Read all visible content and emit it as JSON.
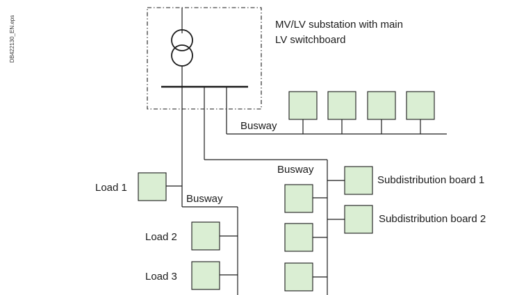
{
  "reference_code": "DB422130_EN.eps",
  "substation_label_line1": "MV/LV substation with main",
  "substation_label_line2": "LV switchboard",
  "labels": {
    "busway_top": "Busway",
    "busway_middle": "Busway",
    "busway_left": "Busway",
    "load1": "Load 1",
    "load2": "Load 2",
    "load3": "Load 3",
    "subdist1": "Subdistribution board 1",
    "subdist2": "Subdistribution board 2"
  },
  "colors": {
    "box_fill": "#daeed3",
    "line": "#1a1a1a"
  },
  "icons": {
    "transformer": "transformer-icon"
  }
}
